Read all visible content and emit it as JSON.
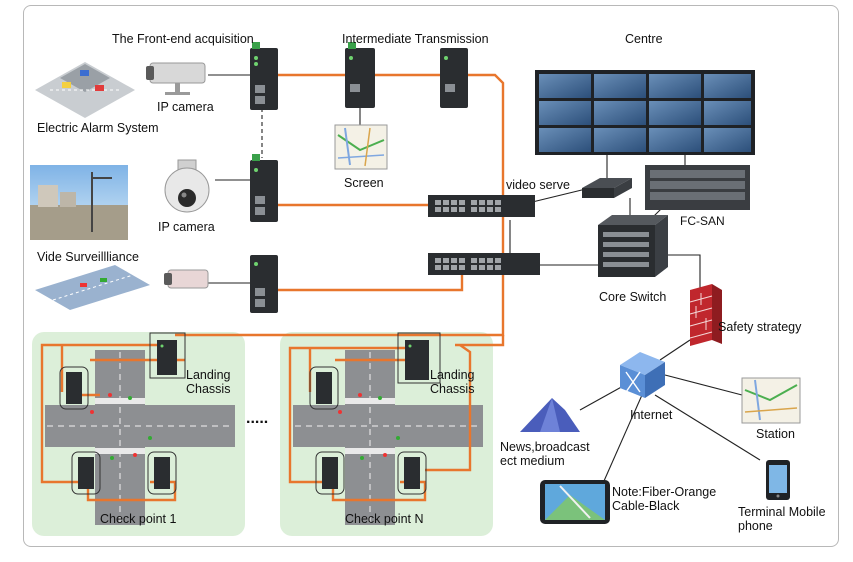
{
  "labels": {
    "front_end": "The Front-end acquisition",
    "intermediate": "Intermediate Transmission",
    "centre": "Centre",
    "ip_camera_1": "IP camera",
    "electric_alarm": "Electric Alarm System",
    "screen": "Screen",
    "ip_camera_2": "IP camera",
    "video_serve": "video serve",
    "fc_san": "FC-SAN",
    "vide_surveillance": "Vide Surveillliance",
    "core_switch": "Core Switch",
    "safety_strategy": "Safety strategy",
    "landing_chassis_1": "Landing\nChassis",
    "landing_chassis_2": "Landing\nChassis",
    "internet": "Internet",
    "station": "Station",
    "news": "News,broadcast\nect medium",
    "note": "Note:Fiber-Orange\nCable-Black",
    "terminal": "Terminal Mobile\nphone",
    "check_point_1": "Check point 1",
    "check_point_n": "Check point N",
    "ellipsis": "....."
  },
  "colors": {
    "fiber": "#e8762d",
    "cable": "#222222",
    "checkpoint_bg": "#dcefd9",
    "road": "#8d8f92",
    "switch_body": "#2a2d30",
    "firewall": "#c0272d",
    "internet_icon": "#5a8fd6"
  },
  "icons": {
    "ip_camera": "ip-camera-icon",
    "dome_camera": "dome-camera-icon",
    "industrial_switch": "industrial-switch-icon",
    "rack_switch": "rack-switch-icon",
    "video_wall": "video-wall-icon",
    "storage": "fc-san-icon",
    "firewall": "firewall-icon",
    "internet": "router-icon",
    "map": "map-icon",
    "gps": "gps-navigator-icon",
    "phone": "mobile-phone-icon",
    "broadcast": "broadcast-icon"
  }
}
